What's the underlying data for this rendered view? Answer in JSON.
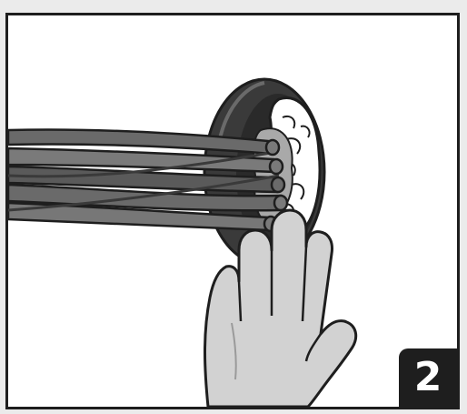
{
  "figure": {
    "step_number": "2",
    "elements": [
      "wall-panel",
      "rubber-grommet",
      "sealing-putty",
      "cable-bundle",
      "hand-icon"
    ],
    "colors": {
      "frame_border": "#1e1e1e",
      "background": "#ffffff",
      "page_background": "#ebebeb",
      "grommet": "#3a3a3a",
      "putty": "#ffffff",
      "cables": "#6a6a6a",
      "hand": "#d2d2d2",
      "outline": "#1e1e1e",
      "badge": "#1e1e1e"
    }
  }
}
